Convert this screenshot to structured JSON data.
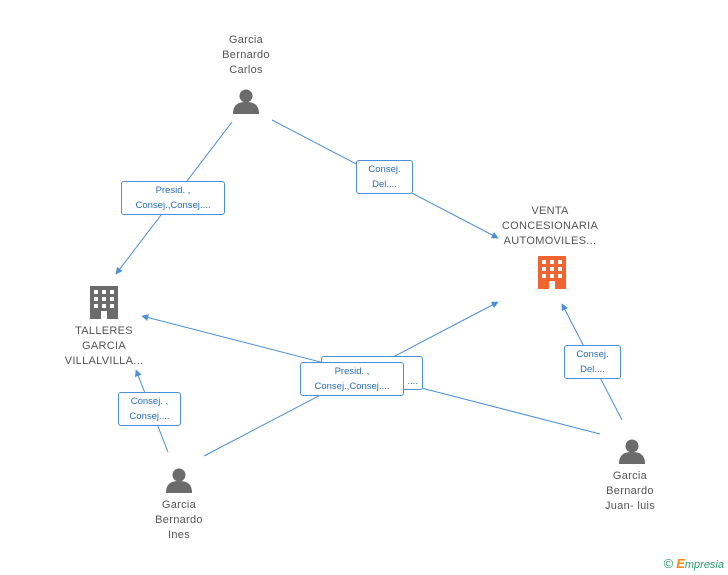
{
  "nodes": {
    "carlos": {
      "type": "person",
      "lines": [
        "Garcia",
        "Bernardo",
        "Carlos"
      ]
    },
    "venta": {
      "type": "company",
      "highlight": true,
      "lines": [
        "VENTA",
        "CONCESIONARIA",
        "AUTOMOVILES..."
      ]
    },
    "talleres": {
      "type": "company",
      "highlight": false,
      "lines": [
        "TALLERES",
        "GARCIA",
        "VILLALVILLA..."
      ]
    },
    "ines": {
      "type": "person",
      "lines": [
        "Garcia",
        "Bernardo",
        "Ines"
      ]
    },
    "juanluis": {
      "type": "person",
      "lines": [
        "Garcia",
        "Bernardo",
        "Juan- luis"
      ]
    }
  },
  "edges": {
    "carlos_talleres": {
      "lines": [
        "Presid. ,",
        "Consej.,Consej...."
      ]
    },
    "carlos_venta": {
      "lines": [
        "Consej.",
        "Del...."
      ]
    },
    "ines_talleres": {
      "lines": [
        "Consej. ,",
        "Consej...."
      ]
    },
    "ines_venta": {
      "lines": [
        "Presid. ,",
        "Consej.,Consej...."
      ]
    },
    "juanluis_talleres": {
      "lines": [
        "...."
      ]
    },
    "juanluis_venta": {
      "lines": [
        "Consej.",
        "Del...."
      ]
    }
  },
  "colors": {
    "edge": "#4a90d9",
    "person_icon": "#6b6b6b",
    "company_icon": "#6b6b6b",
    "company_highlight": "#f0642f"
  },
  "footer": {
    "copyright_symbol": "©",
    "brand_initial": "E",
    "brand_rest": "mpresia"
  }
}
